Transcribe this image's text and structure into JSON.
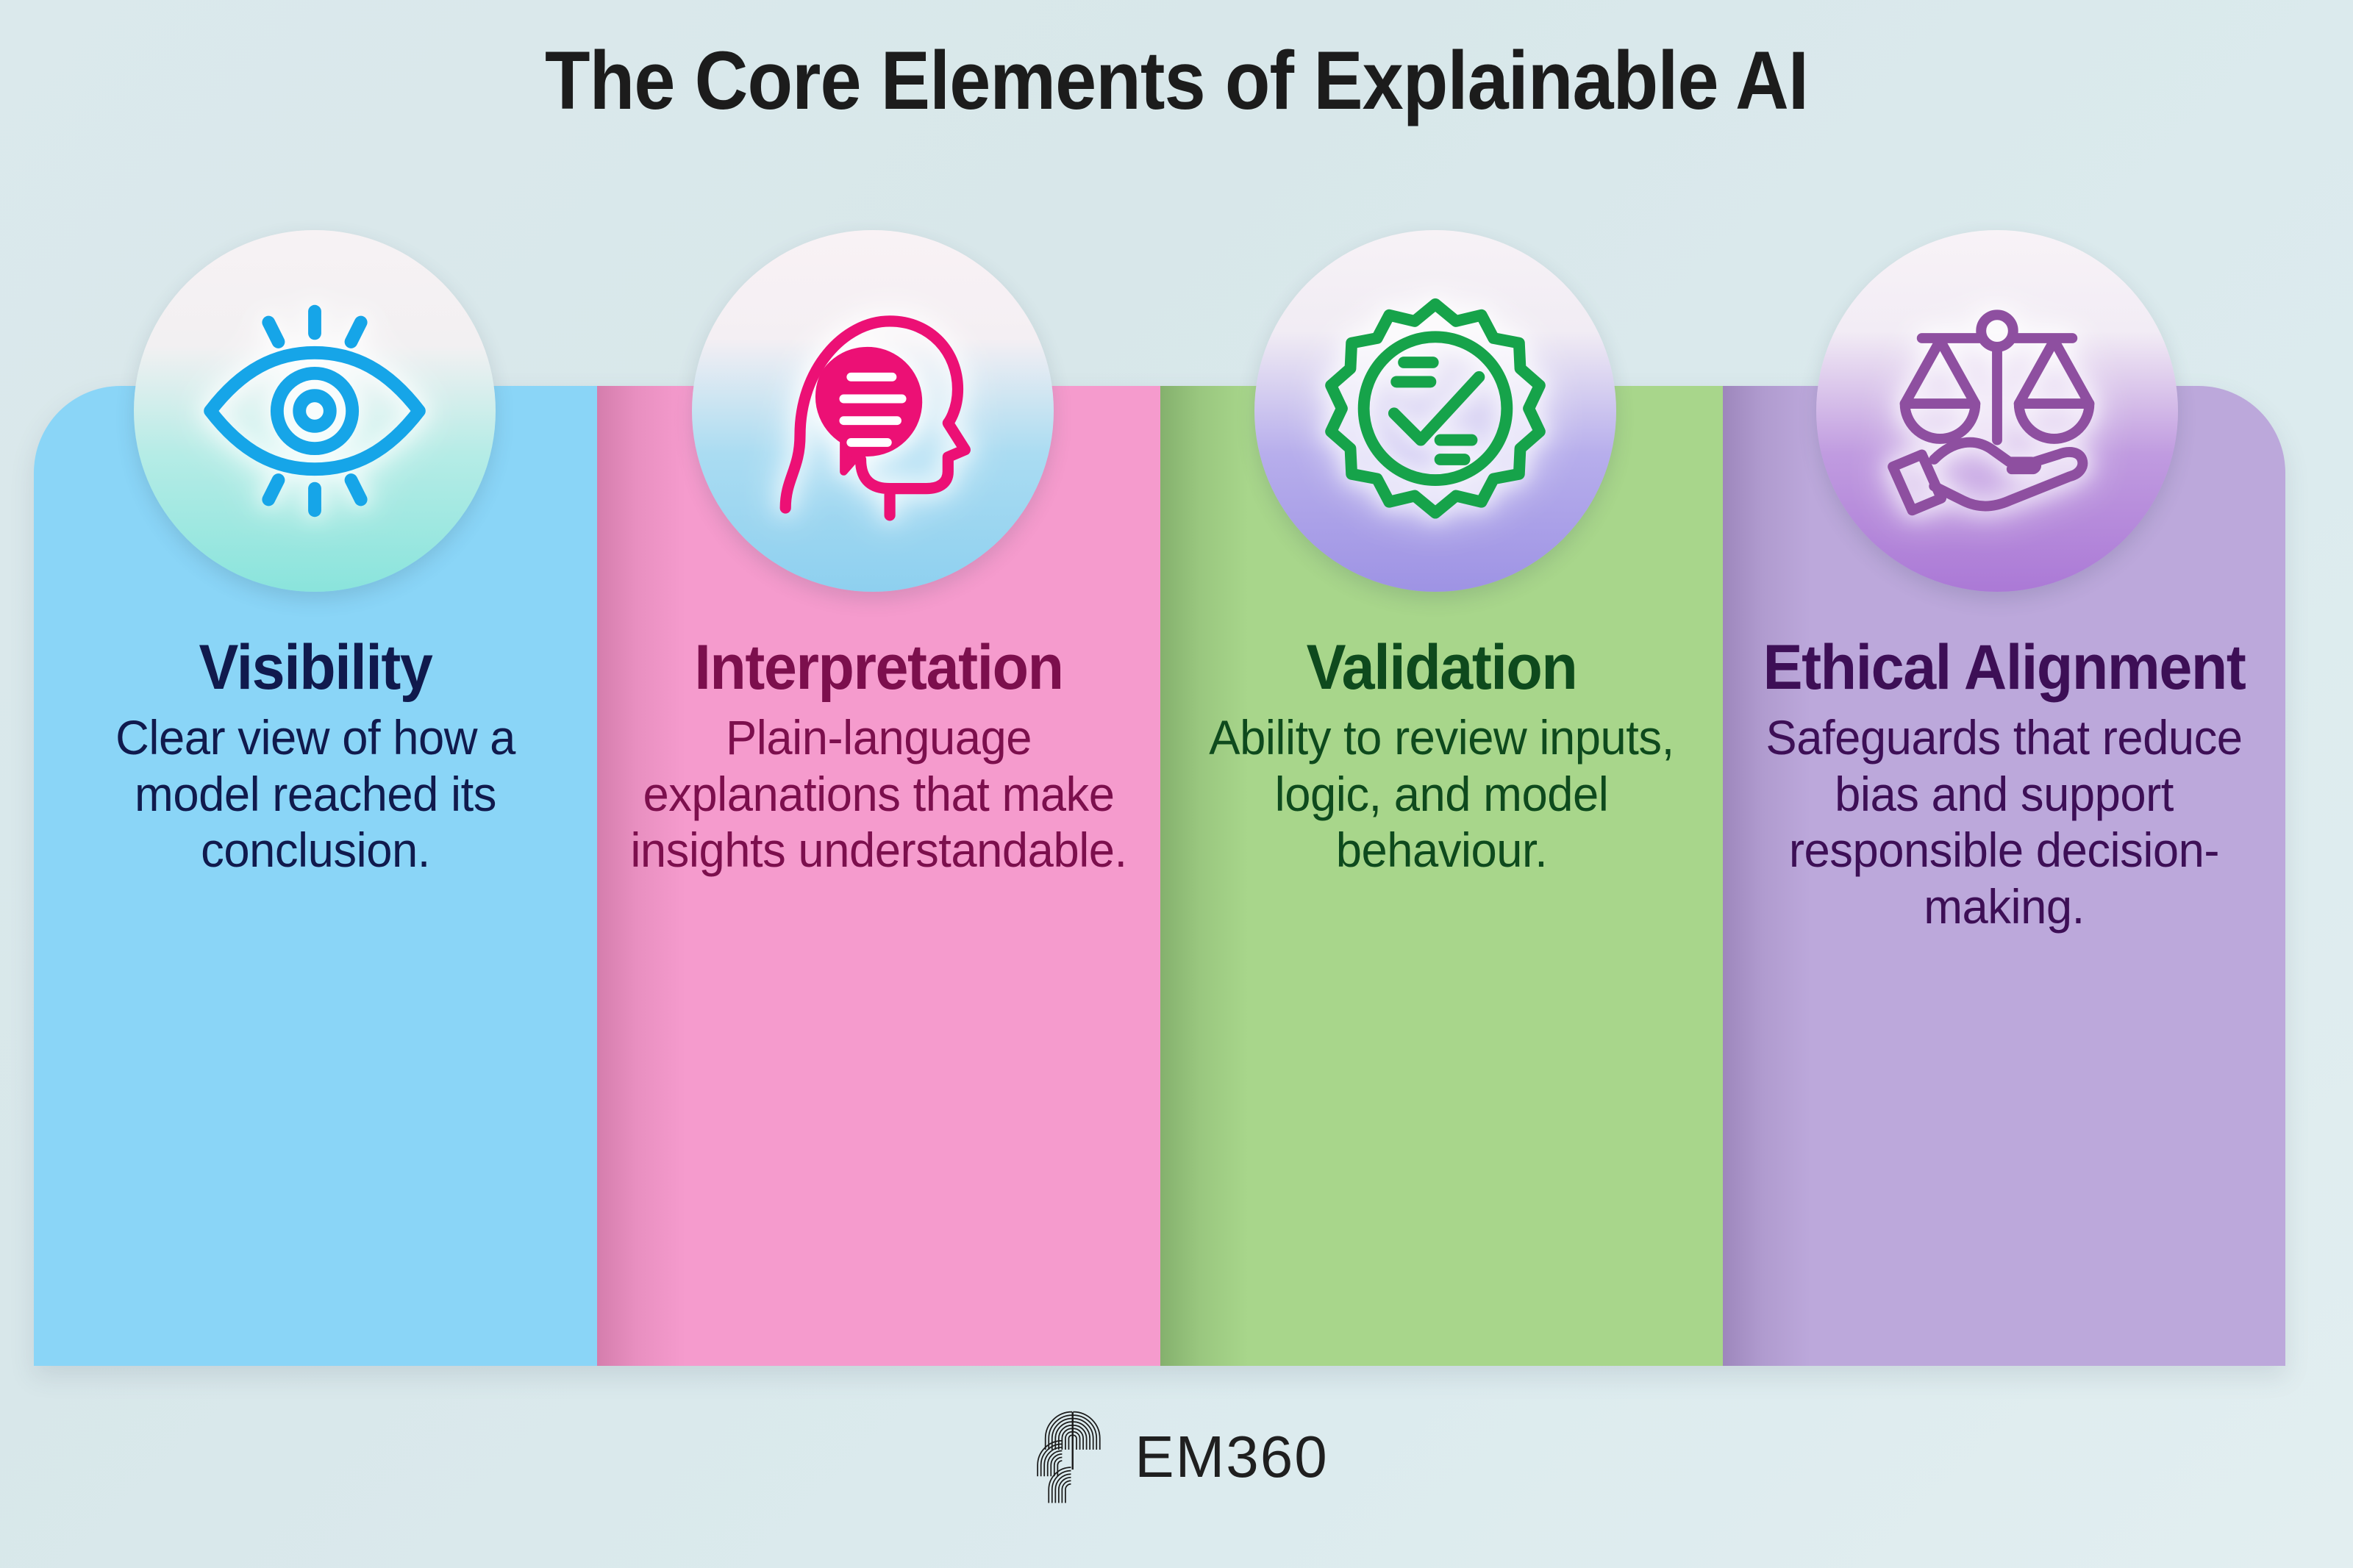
{
  "title": "The Core Elements of Explainable AI",
  "background_color": "#d9e7ea",
  "columns": [
    {
      "id": "visibility",
      "heading": "Visibility",
      "body": "Clear view of how a model reached its conclusion.",
      "panel_color": "#8ad5f7",
      "text_color": "#101a4d",
      "icon": "eye-icon",
      "icon_color": "#16a5e8"
    },
    {
      "id": "interpretation",
      "heading": "Interpretation",
      "body": "Plain-language explanations that make insights understandable.",
      "panel_color": "#f59bcd",
      "text_color": "#7c0f4d",
      "icon": "head-speech-bubble-icon",
      "icon_color": "#ec1075"
    },
    {
      "id": "validation",
      "heading": "Validation",
      "body": "Ability to review inputs, logic, and model behaviour.",
      "panel_color": "#a8d68b",
      "text_color": "#0e4a1d",
      "icon": "verified-badge-check-icon",
      "icon_color": "#16a34a"
    },
    {
      "id": "ethical",
      "heading": "Ethical Alignment",
      "body": "Safeguards that reduce bias and support responsible decision-making.",
      "panel_color": "#bca8db",
      "text_color": "#3d0f56",
      "icon": "scales-in-hand-icon",
      "icon_color": "#8e4fa0"
    }
  ],
  "footer": {
    "logo_mark": "em360-concentric-arcs-logo",
    "wordmark": "EM360"
  }
}
